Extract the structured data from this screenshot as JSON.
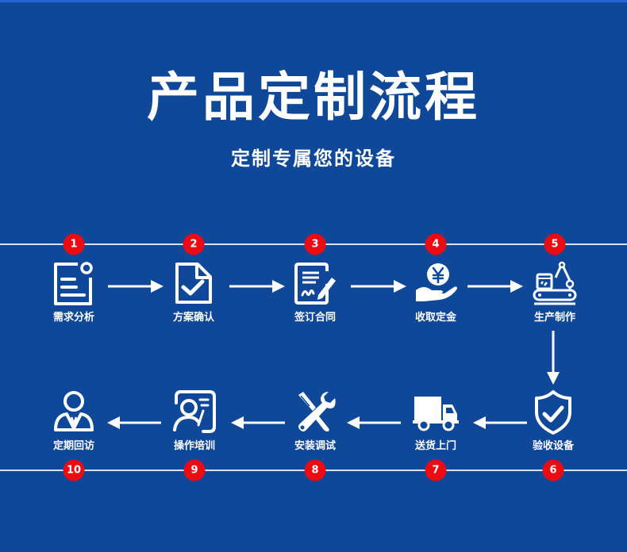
{
  "header": {
    "title": "产品定制流程",
    "subtitle": "定制专属您的设备"
  },
  "colors": {
    "background": "#0f4799",
    "badge": "#ec0b12",
    "foreground": "#ffffff",
    "line": "#d8e4f6"
  },
  "steps": [
    {
      "number": "1",
      "label": "需求分析",
      "icon": "document-list-icon"
    },
    {
      "number": "2",
      "label": "方案确认",
      "icon": "document-check-icon"
    },
    {
      "number": "3",
      "label": "签订合同",
      "icon": "contract-sign-icon"
    },
    {
      "number": "4",
      "label": "收取定金",
      "icon": "hand-yen-coin-icon"
    },
    {
      "number": "5",
      "label": "生产制作",
      "icon": "production-robot-arm-icon"
    },
    {
      "number": "6",
      "label": "验收设备",
      "icon": "shield-check-icon"
    },
    {
      "number": "7",
      "label": "送货上门",
      "icon": "delivery-truck-icon"
    },
    {
      "number": "8",
      "label": "安装调试",
      "icon": "wrench-screwdriver-icon"
    },
    {
      "number": "9",
      "label": "操作培训",
      "icon": "training-person-board-icon"
    },
    {
      "number": "10",
      "label": "定期回访",
      "icon": "person-visit-icon"
    }
  ]
}
